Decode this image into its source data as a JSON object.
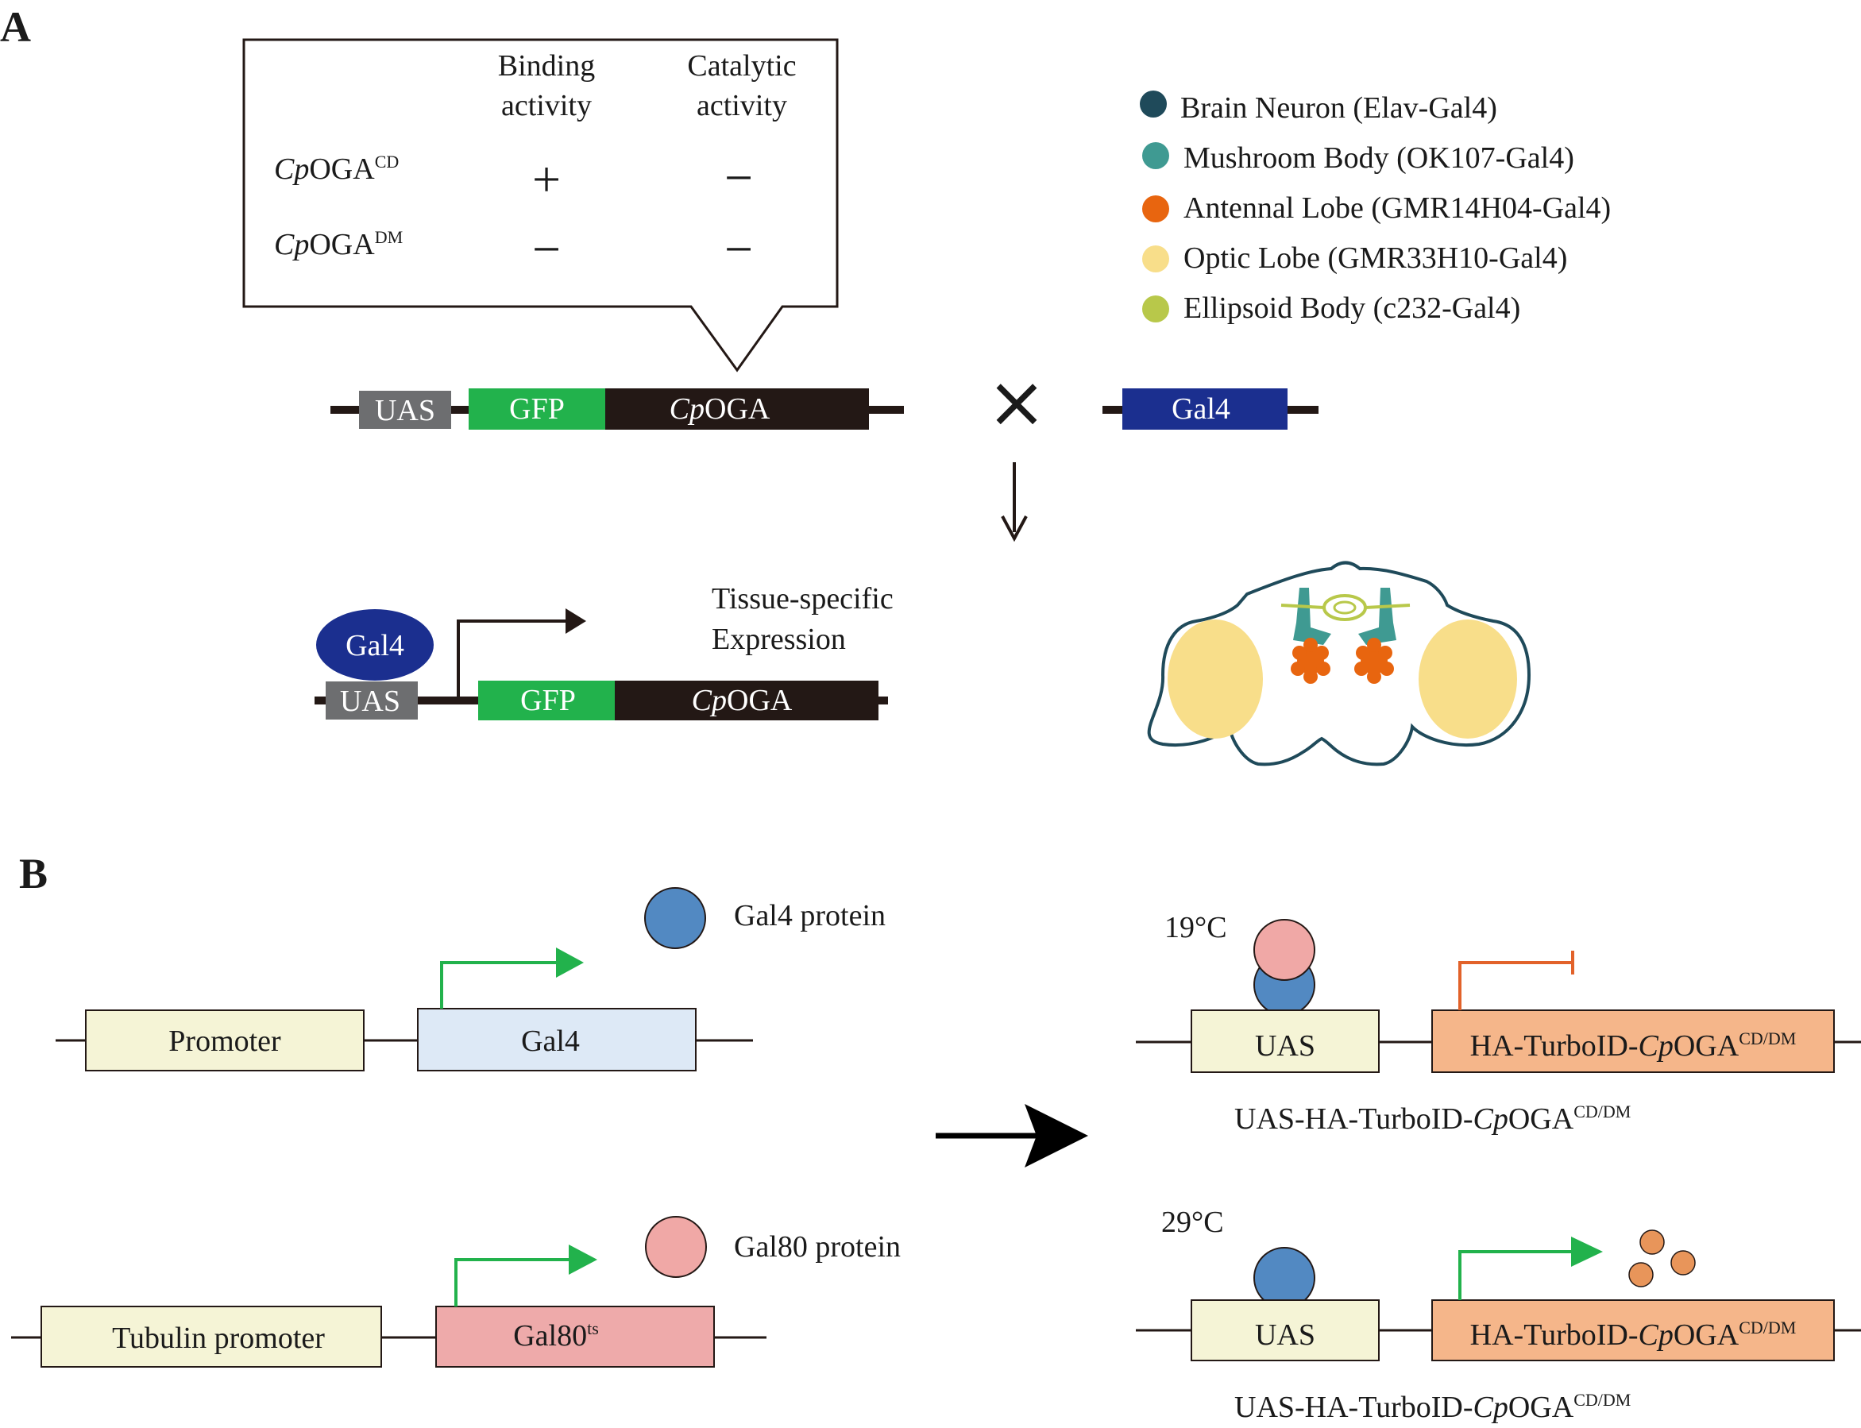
{
  "panel_a": {
    "letter": "A",
    "table": {
      "col1_line1": "Binding",
      "col1_line2": "activity",
      "col2_line1": "Catalytic",
      "col2_line2": "activity",
      "row1_prefix": "Cp",
      "row1_name": "OGA",
      "row1_sup": "CD",
      "row1_binding": "+",
      "row1_catalytic": "−",
      "row2_prefix": "Cp",
      "row2_name": "OGA",
      "row2_sup": "DM",
      "row2_binding": "−",
      "row2_catalytic": "−"
    },
    "construct": {
      "uas": "UAS",
      "gfp": "GFP",
      "cp": "Cp",
      "oga": "OGA",
      "gal4": "Gal4",
      "cross": "×"
    },
    "expression": {
      "gal4": "Gal4",
      "uas": "UAS",
      "gfp": "GFP",
      "cp": "Cp",
      "oga": "OGA",
      "line1": "Tissue-specific",
      "line2": "Expression"
    },
    "legend": [
      {
        "label": "Brain Neuron (Elav-Gal4)",
        "color": "#1f4a5a"
      },
      {
        "label": "Mushroom Body (OK107-Gal4)",
        "color": "#3f9a92"
      },
      {
        "label": "Antennal Lobe (GMR14H04-Gal4)",
        "color": "#e8650f"
      },
      {
        "label": "Optic Lobe (GMR33H10-Gal4)",
        "color": "#f8de8a"
      },
      {
        "label": "Ellipsoid Body (c232-Gal4)",
        "color": "#b8c84a"
      }
    ]
  },
  "panel_b": {
    "letter": "B",
    "promoter": "Promoter",
    "gal4": "Gal4",
    "gal4_protein": "Gal4 protein",
    "tubulin_promoter": "Tubulin promoter",
    "gal80": "Gal80",
    "gal80_sup": "ts",
    "gal80_protein": "Gal80 protein",
    "temp_low": "19°C",
    "temp_high": "29°C",
    "uas": "UAS",
    "ha_prefix": "HA-TurboID-",
    "cp": "Cp",
    "oga": "OGA",
    "sup": "CD/DM",
    "construct_prefix": "UAS-HA-TurboID-"
  },
  "colors": {
    "gfp": "#22b24c",
    "black_box": "#231815",
    "uas_grey": "#6d6e70",
    "gal4_blue": "#1b2f8f",
    "promoter_fill": "#f5f4d6",
    "gal4_fill": "#dde9f6",
    "gal80_fill": "#eeaaaa",
    "orange_fill": "#f5b68a",
    "blue_protein": "#5289c2",
    "pink_protein": "#f0a8a6",
    "green_arrow": "#22b24c",
    "red_arrow": "#e2622a"
  }
}
